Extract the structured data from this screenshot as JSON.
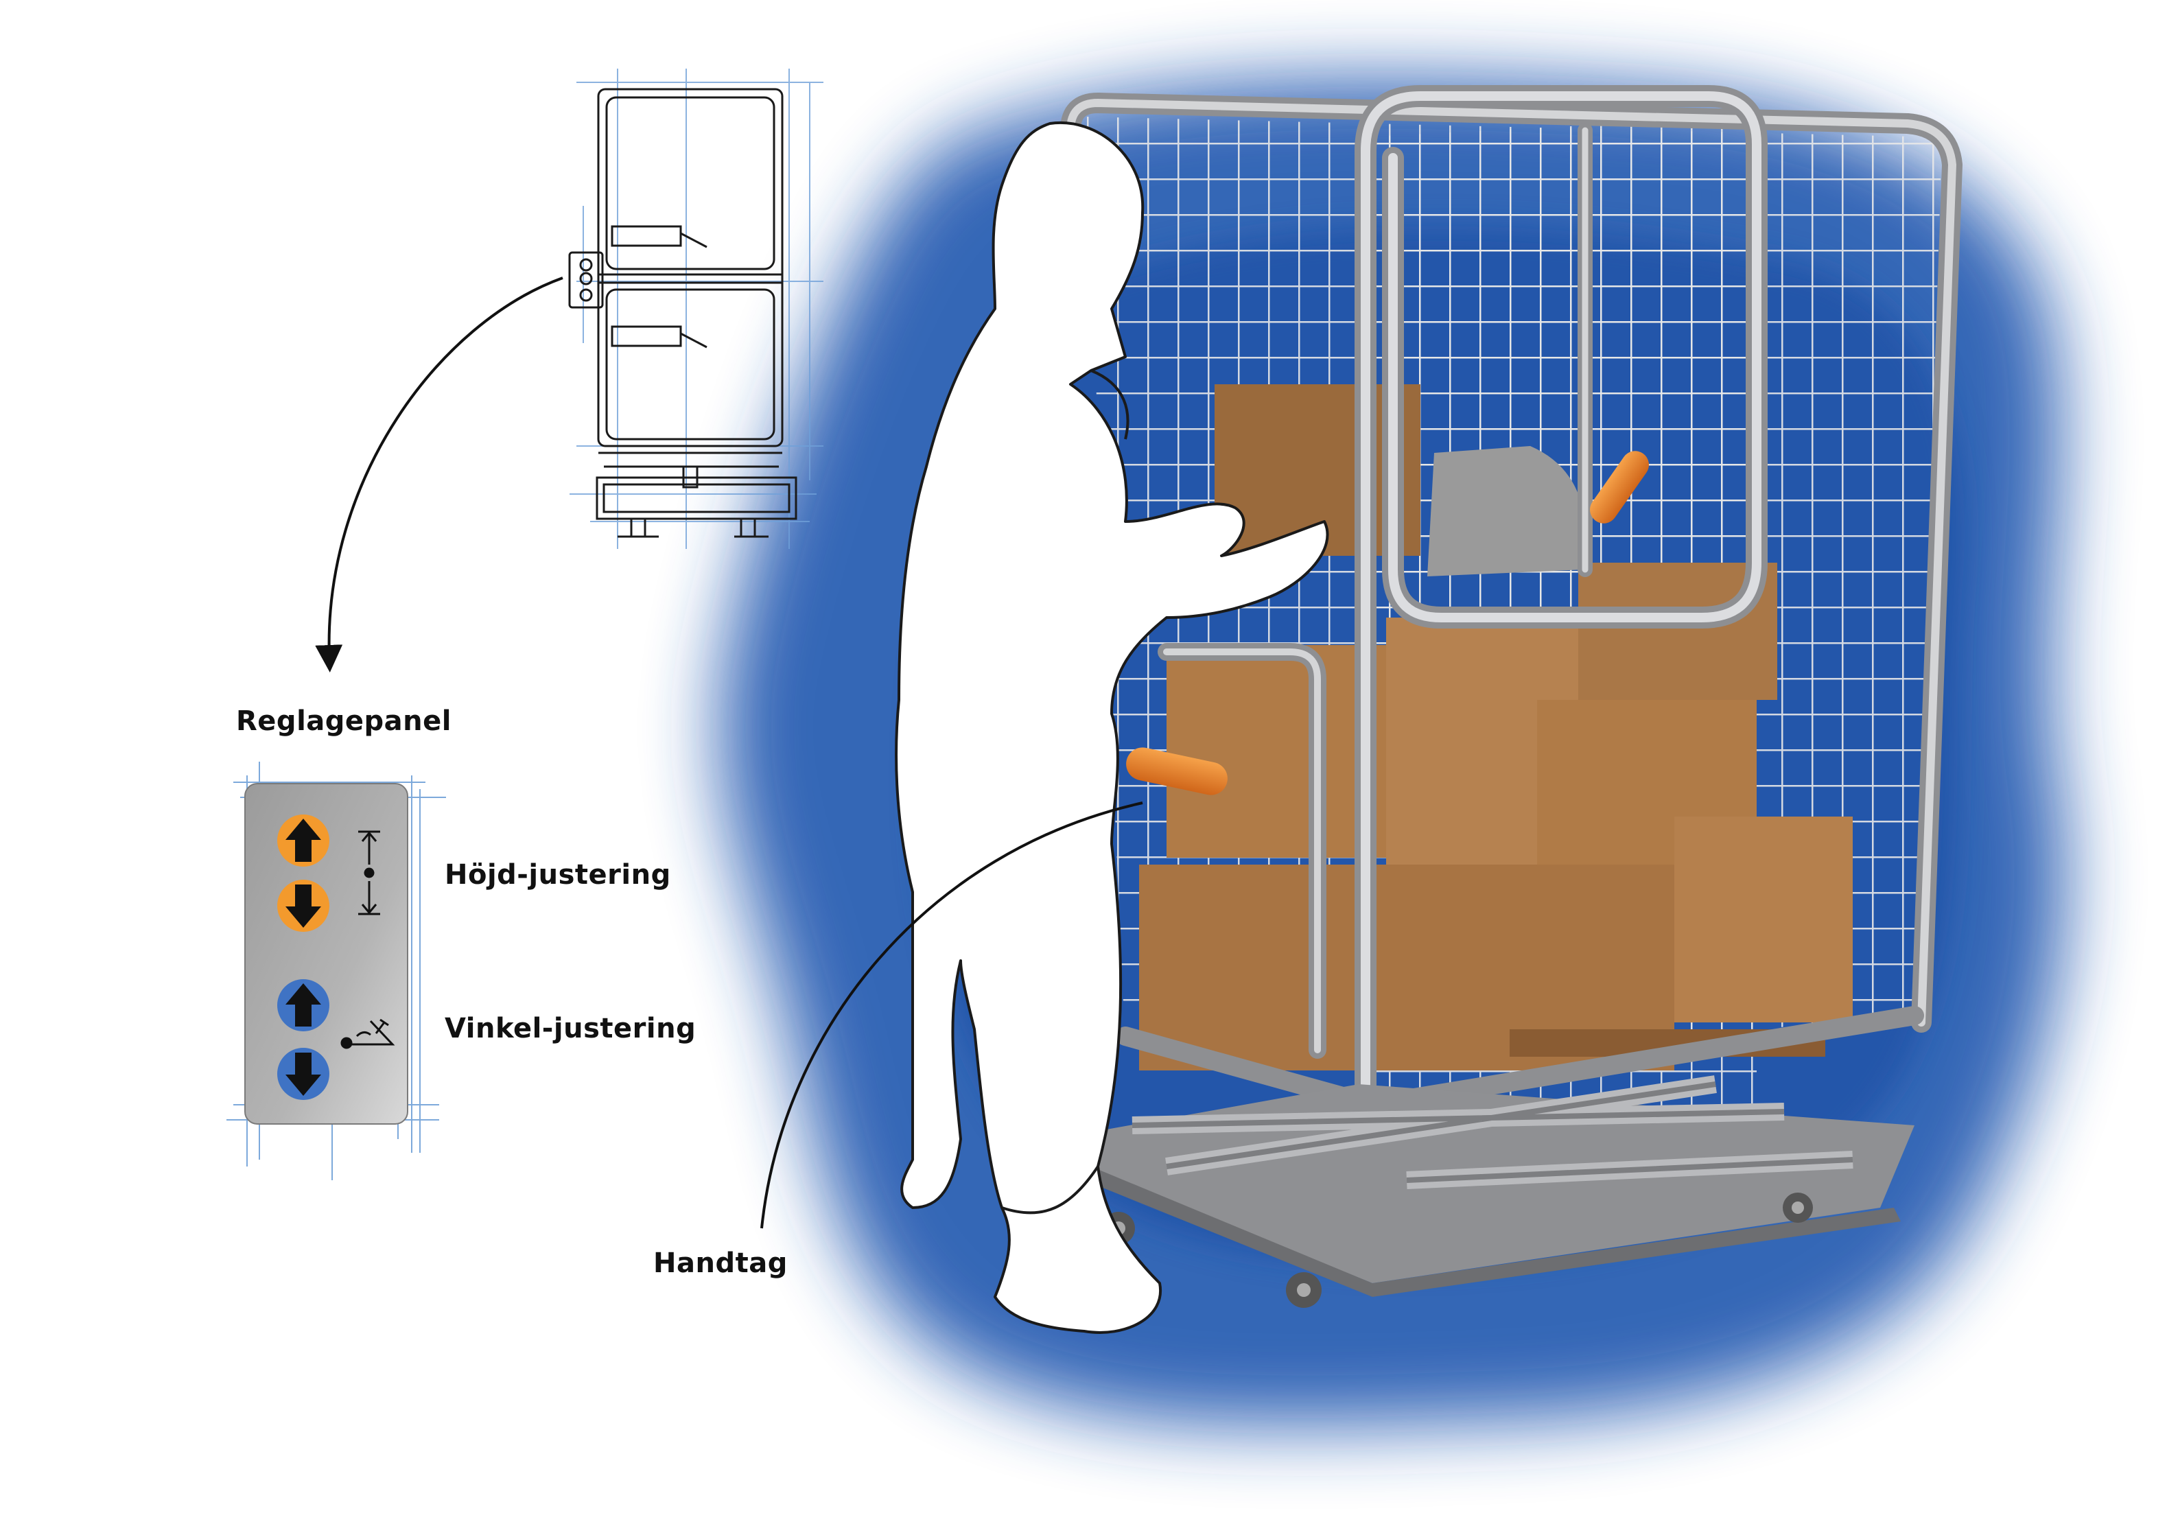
{
  "labels": {
    "control_panel": "Reglagepanel",
    "height_adjustment": "Höjd-justering",
    "angle_adjustment": "Vinkel-justering",
    "handle": "Handtag"
  },
  "colors": {
    "background_splash": "#2b5fb3",
    "cage_frame": "#a9aaad",
    "box": "#b07b47",
    "handle_orange": "#e67e22",
    "height_button": "#f39a2d",
    "angle_button": "#3f73c4",
    "panel_gray": "#a3a3a3"
  },
  "icons": {
    "height_up": "arrow-up-icon",
    "height_down": "arrow-down-icon",
    "angle_up": "arrow-up-icon",
    "angle_down": "arrow-down-icon",
    "height_symbol": "height-adjust-icon",
    "angle_symbol": "angle-adjust-icon"
  }
}
